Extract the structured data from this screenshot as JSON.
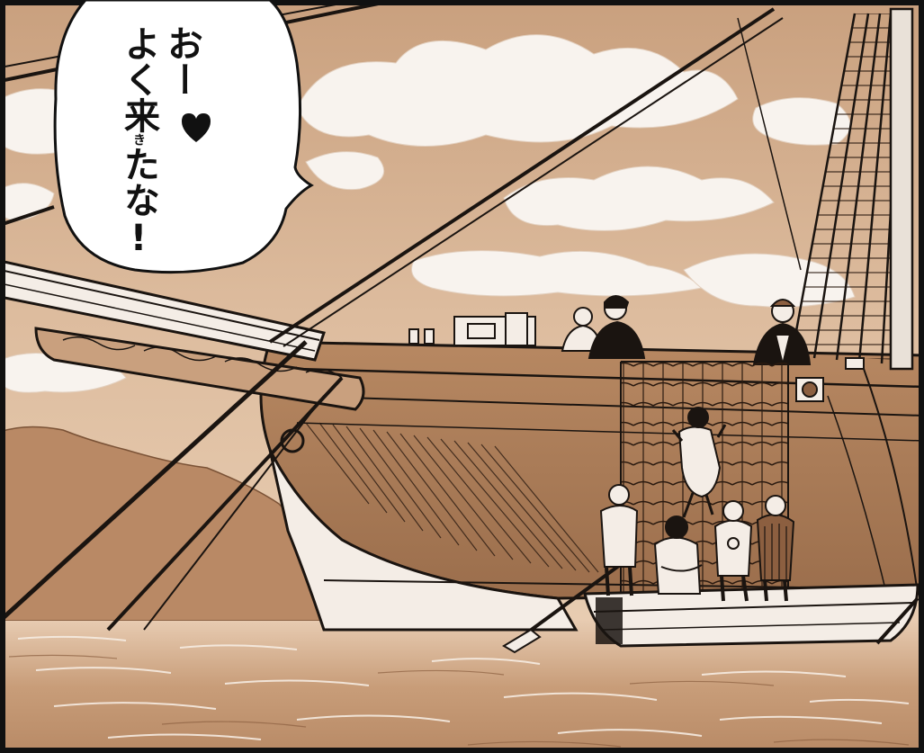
{
  "speech_balloon": {
    "line_1": "おー",
    "line_2_a": "よく来",
    "line_2_ruby": "き",
    "line_2_b": "たな!",
    "heart_icon": "heart-icon"
  },
  "palette": {
    "sky": "#d8b79a",
    "cloud": "#f8f3ee",
    "sepia": "#b98965",
    "sepia_dark": "#8c5f40",
    "ink": "#1a1410",
    "water": "#c49b7a",
    "hull": "#a97954",
    "frame": "#111111"
  }
}
